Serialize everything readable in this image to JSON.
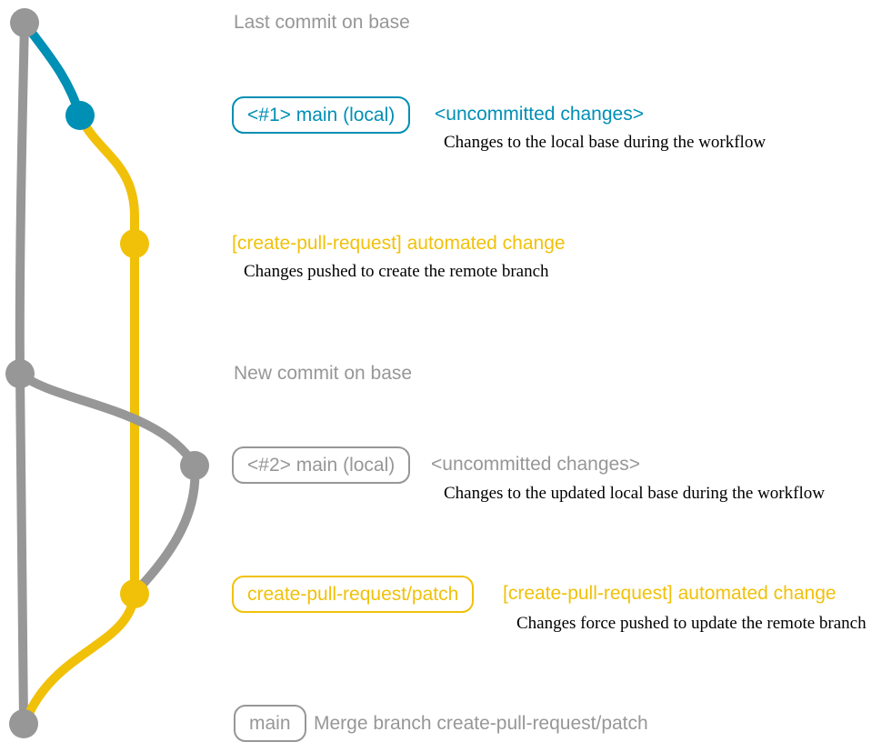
{
  "colors": {
    "gray": "#979797",
    "blue": "#008fb5",
    "yellow": "#f1c109",
    "text": "#000000",
    "background": "#ffffff"
  },
  "branches": [
    {
      "name": "base",
      "color": "#979797"
    },
    {
      "name": "main (local)",
      "color": "#008fb5"
    },
    {
      "name": "create-pull-request/patch",
      "color": "#f1c109"
    }
  ],
  "commits": [
    {
      "message": "Last commit on base"
    },
    {
      "ref_label": "<#1> main (local)",
      "message": "<uncommitted changes>",
      "description": "Changes to the local base during the workflow"
    },
    {
      "message": "[create-pull-request] automated change",
      "description": "Changes pushed to create the remote branch"
    },
    {
      "message": "New commit on base"
    },
    {
      "ref_label": "<#2> main (local)",
      "message": "<uncommitted changes>",
      "description": "Changes to the updated local base during the workflow"
    },
    {
      "ref_label": "create-pull-request/patch",
      "message": "[create-pull-request] automated change",
      "description": "Changes force pushed to update the remote branch"
    },
    {
      "ref_label": "main",
      "message": "Merge branch create-pull-request/patch"
    }
  ]
}
